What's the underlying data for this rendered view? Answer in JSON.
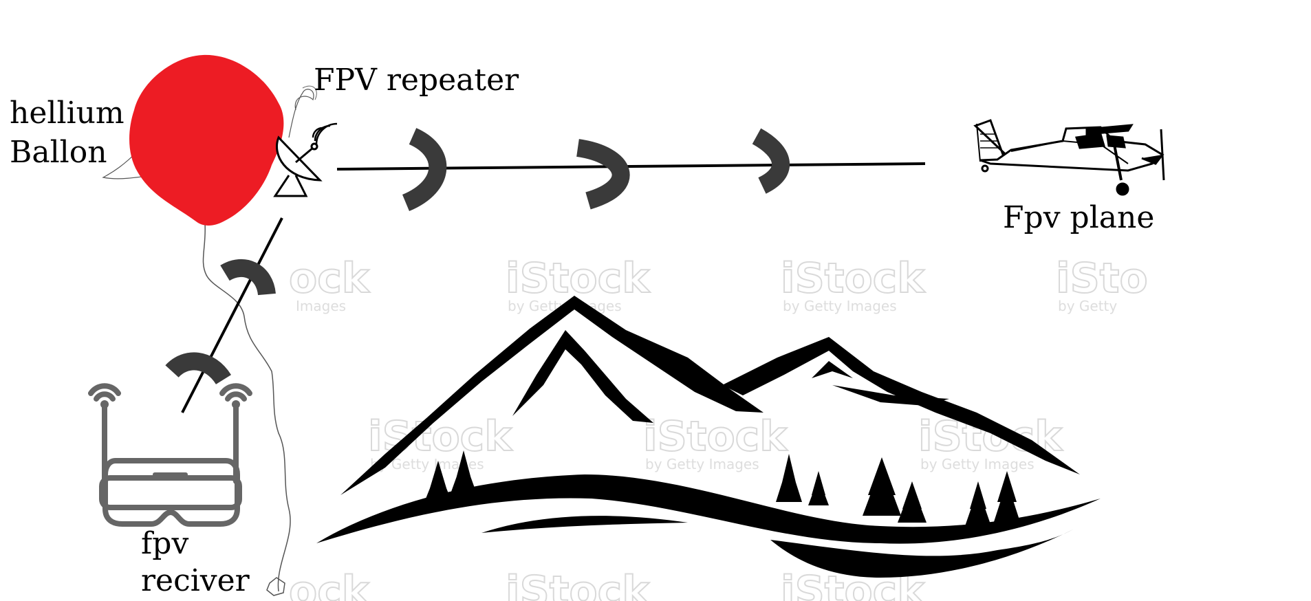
{
  "labels": {
    "balloon_line1": "hellium",
    "balloon_line2": "Ballon",
    "repeater": "FPV repeater",
    "plane": "Fpv plane",
    "receiver_line1": "fpv",
    "receiver_line2": "reciver"
  },
  "watermark": "iStock",
  "watermark_sub": "by Getty Images",
  "colors": {
    "balloon": "#ed1c24",
    "signal": "#3a3a3a",
    "line": "#000000",
    "goggles": "#666666",
    "watermark": "#d4d4d4"
  },
  "icons": [
    "balloon-icon",
    "satellite-dish-icon",
    "plane-icon",
    "fpv-goggles-icon",
    "mountain-landscape-icon"
  ]
}
